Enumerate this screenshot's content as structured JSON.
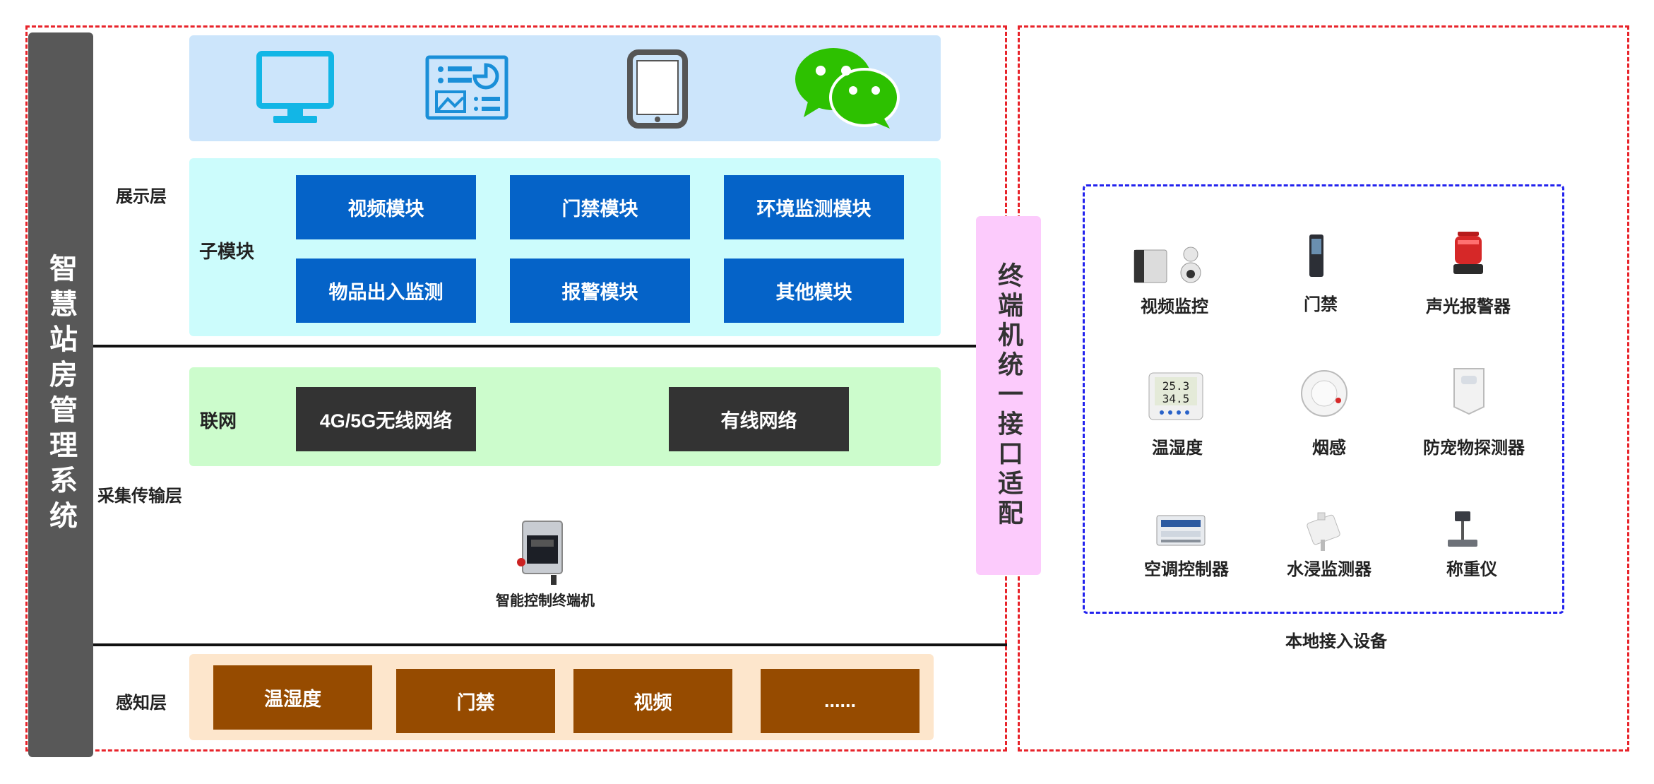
{
  "system_title": "智慧站房管理系统",
  "layers": {
    "display": "展示层",
    "collect": "采集传输层",
    "perception": "感知层"
  },
  "submodule": {
    "label": "子模块",
    "items": [
      "视频模块",
      "门禁模块",
      "环境监测模块",
      "物品出入监测",
      "报警模块",
      "其他模块"
    ]
  },
  "network": {
    "label": "联网",
    "items": [
      "4G/5G无线网络",
      "有线网络"
    ]
  },
  "terminal_label": "智能控制终端机",
  "perception_items": [
    "温湿度",
    "门禁",
    "视频",
    "......"
  ],
  "adapter_title": "终端机统一接口适配",
  "local_devices": {
    "caption": "本地接入设备",
    "items": [
      {
        "label": "视频监控",
        "icon": "camera-icon"
      },
      {
        "label": "门禁",
        "icon": "access-control-icon"
      },
      {
        "label": "声光报警器",
        "icon": "alarm-light-icon"
      },
      {
        "label": "温湿度",
        "icon": "thermo-hygrometer-icon"
      },
      {
        "label": "烟感",
        "icon": "smoke-detector-icon"
      },
      {
        "label": "防宠物探测器",
        "icon": "motion-detector-icon"
      },
      {
        "label": "空调控制器",
        "icon": "ac-controller-icon"
      },
      {
        "label": "水浸监测器",
        "icon": "water-sensor-icon"
      },
      {
        "label": "称重仪",
        "icon": "scale-icon"
      }
    ]
  },
  "display_icons": [
    "monitor-icon",
    "dashboard-icon",
    "tablet-icon",
    "wechat-icon"
  ],
  "colors": {
    "red_dashed": "#e8232a",
    "blue_dashed": "#2222ee",
    "module_blue": "#0563c8",
    "network_dark": "#333333",
    "perception_brown": "#964b00",
    "display_bg": "#cce5fb",
    "submodule_bg": "#ccfcfc",
    "network_bg": "#ccfccc",
    "perception_bg": "#fde6cc",
    "adapter_bg": "#fccbfc",
    "system_bar": "#585858"
  }
}
